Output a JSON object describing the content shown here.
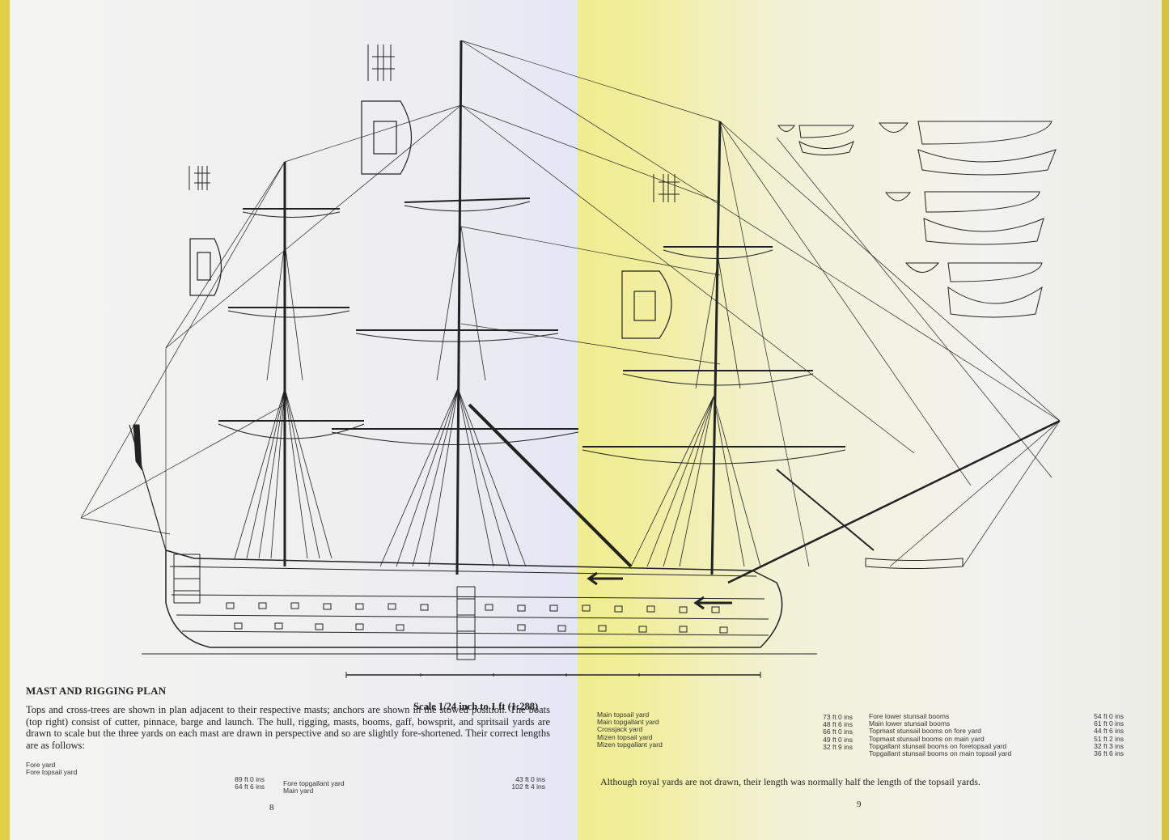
{
  "heading": "MAST AND RIGGING PLAN",
  "scale": "Scale 1/24 inch to 1 ft (1:288)",
  "paragraph": "Tops and cross-trees are shown in plan adjacent to their respective masts; anchors are shown in the stowed position. The boats (top right) consist of cutter, pinnace, barge and launch. The hull, rigging, masts, booms, gaff, bowsprit, and spritsail yards are drawn to scale but the three yards on each mast are drawn in perspective and so are slightly fore-shortened. Their correct lengths are as follows:",
  "left_yards": {
    "col1_names": [
      "Fore yard",
      "Fore topsail yard"
    ],
    "col1_values": [
      "89 ft 0 ins",
      "64 ft 6 ins"
    ],
    "col2_names": [
      "Fore topgallant yard",
      "Main yard"
    ],
    "col2_values": [
      "43 ft 0 ins",
      "102 ft 4 ins"
    ]
  },
  "right_yards": {
    "col1_names": [
      "Main topsail yard",
      "Main topgallant yard",
      "Crossjack yard",
      "Mizen topsail yard",
      "Mizen topgallant yard"
    ],
    "col1_values": [
      "73 ft 0 ins",
      "48 ft 6 ins",
      "66 ft 0 ins",
      "49 ft 0 ins",
      "32 ft 9 ins"
    ],
    "col2_names": [
      "Fore lower stunsail booms",
      "Main lower stunsail booms",
      "Topmast stunsail booms on fore yard",
      "Topmast stunsail booms on main yard",
      "Topgallant stunsail booms on foretopsail yard",
      "Topgallant stunsail booms on main topsail yard"
    ],
    "col2_values": [
      "54 ft 0 ins",
      "61 ft 0 ins",
      "44 ft 6 ins",
      "51 ft 2 ins",
      "32 ft 3 ins",
      "36 ft 6 ins"
    ]
  },
  "note": "Although royal yards are not drawn, their length was normally half the length of the topsail yards.",
  "page_left": "8",
  "page_right": "9",
  "colors": {
    "ink": "#222222",
    "paper": "#f2f2ee",
    "book_edge": "#d6c23d"
  }
}
